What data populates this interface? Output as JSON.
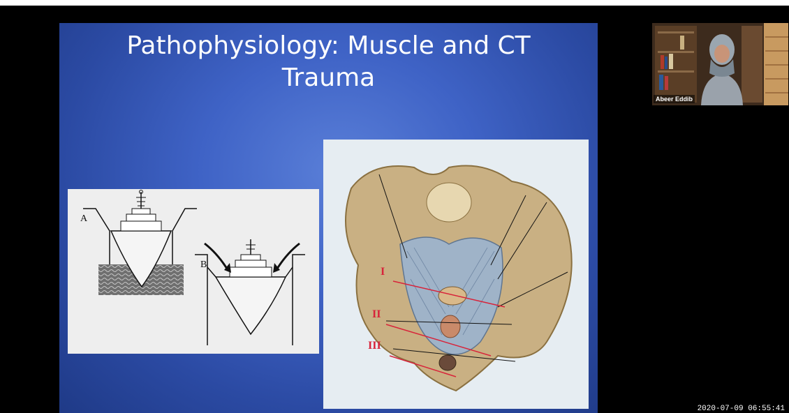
{
  "slide": {
    "title_line1": "Pathophysiology: Muscle and CT",
    "title_line2": "Trauma"
  },
  "ship_figure": {
    "label_a": "A",
    "label_b": "B"
  },
  "pelvis_figure": {
    "label_1": "I",
    "label_2": "II",
    "label_3": "III"
  },
  "participant": {
    "name": "Abeer Eddib"
  },
  "recording": {
    "timestamp": "2020-07-09 06:55:41"
  },
  "colors": {
    "slide_background": "#3f63c6",
    "roman_label": "#d8233a"
  }
}
